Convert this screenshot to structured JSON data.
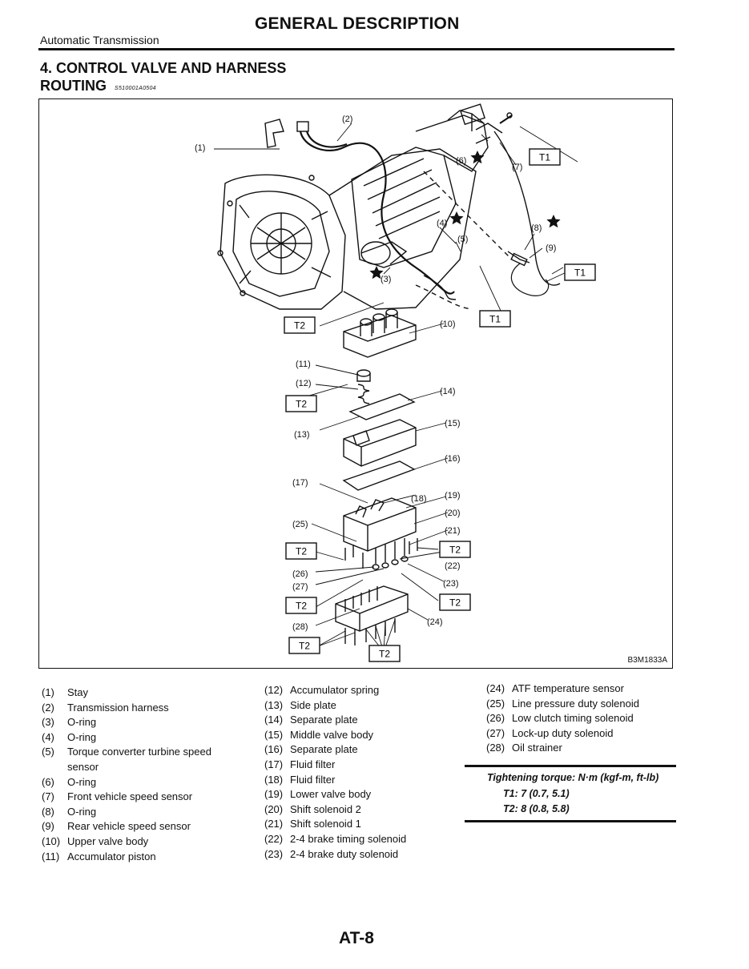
{
  "header": {
    "title": "GENERAL DESCRIPTION",
    "section": "Automatic Transmission"
  },
  "section_heading": {
    "line1": "4. CONTROL VALVE AND HARNESS",
    "line2": "ROUTING",
    "code": "S510001A0504"
  },
  "figure": {
    "code": "B3M1833A",
    "callouts": [
      "(1)",
      "(2)",
      "(3)",
      "(4)",
      "(5)",
      "(6)",
      "(7)",
      "(8)",
      "(9)",
      "(10)",
      "(11)",
      "(12)",
      "(13)",
      "(14)",
      "(15)",
      "(16)",
      "(17)",
      "(18)",
      "(19)",
      "(20)",
      "(21)",
      "(22)",
      "(23)",
      "(24)",
      "(25)",
      "(26)",
      "(27)",
      "(28)"
    ],
    "torque_boxes": {
      "t1": "T1",
      "t2": "T2"
    }
  },
  "legend": {
    "col1": [
      {
        "num": "(1)",
        "text": "Stay"
      },
      {
        "num": "(2)",
        "text": "Transmission harness"
      },
      {
        "num": "(3)",
        "text": "O-ring"
      },
      {
        "num": "(4)",
        "text": "O-ring"
      },
      {
        "num": "(5)",
        "text": "Torque converter turbine speed"
      },
      {
        "num": "",
        "text": "sensor"
      },
      {
        "num": "(6)",
        "text": "O-ring"
      },
      {
        "num": "(7)",
        "text": "Front vehicle speed sensor"
      },
      {
        "num": "(8)",
        "text": "O-ring"
      },
      {
        "num": "(9)",
        "text": "Rear vehicle speed sensor"
      },
      {
        "num": "(10)",
        "text": "Upper valve body"
      },
      {
        "num": "(11)",
        "text": "Accumulator piston"
      }
    ],
    "col2": [
      {
        "num": "(12)",
        "text": "Accumulator spring"
      },
      {
        "num": "(13)",
        "text": "Side plate"
      },
      {
        "num": "(14)",
        "text": "Separate plate"
      },
      {
        "num": "(15)",
        "text": "Middle valve body"
      },
      {
        "num": "(16)",
        "text": "Separate plate"
      },
      {
        "num": "(17)",
        "text": "Fluid filter"
      },
      {
        "num": "(18)",
        "text": "Fluid filter"
      },
      {
        "num": "(19)",
        "text": "Lower valve body"
      },
      {
        "num": "(20)",
        "text": "Shift solenoid 2"
      },
      {
        "num": "(21)",
        "text": "Shift solenoid 1"
      },
      {
        "num": "(22)",
        "text": "2-4 brake timing solenoid"
      },
      {
        "num": "(23)",
        "text": "2-4 brake duty solenoid"
      }
    ],
    "col3": [
      {
        "num": "(24)",
        "text": "ATF temperature sensor"
      },
      {
        "num": "(25)",
        "text": "Line pressure duty solenoid"
      },
      {
        "num": "(26)",
        "text": "Low clutch timing solenoid"
      },
      {
        "num": "(27)",
        "text": "Lock-up duty solenoid"
      },
      {
        "num": "(28)",
        "text": "Oil strainer"
      }
    ]
  },
  "torque": {
    "title": "Tightening torque: N·m (kgf-m, ft-lb)",
    "t1": "T1: 7 (0.7, 5.1)",
    "t2": "T2: 8 (0.8, 5.8)"
  },
  "footer": {
    "page": "AT-8"
  }
}
